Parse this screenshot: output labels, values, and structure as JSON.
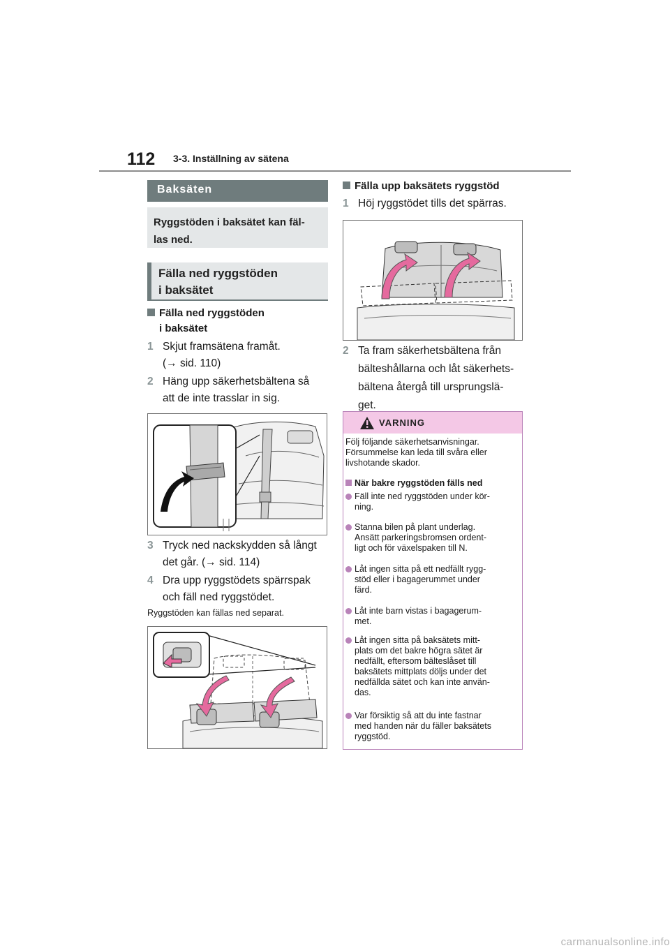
{
  "header": {
    "page_number": "112",
    "section": "3-3. Inställning av sätena"
  },
  "left": {
    "heading": "Baksäten",
    "intro": [
      "Ryggstöden i baksätet kan fäl-",
      "las ned."
    ],
    "subheading": [
      "Fälla ned ryggstöden",
      "i baksätet"
    ],
    "topic": [
      "Fälla ned ryggstöden",
      "i baksätet"
    ],
    "steps": [
      {
        "num": "1",
        "lines": [
          "Skjut framsätena framåt.",
          "(→ sid. 110)"
        ]
      },
      {
        "num": "2",
        "lines": [
          "Häng upp säkerhetsbältena så",
          "att de inte trasslar in sig."
        ]
      },
      {
        "num": "3",
        "lines": [
          "Tryck ned nackskydden så långt",
          "det går. (→ sid. 114)"
        ]
      },
      {
        "num": "4",
        "lines": [
          "Dra upp ryggstödets spärrspak",
          "och fäll ned ryggstödet."
        ]
      }
    ],
    "note": "Ryggstöden kan fällas ned separat."
  },
  "right": {
    "topic": "Fälla upp baksätets ryggstöd",
    "steps": [
      {
        "num": "1",
        "lines": [
          "Höj ryggstödet tills det spärras."
        ]
      },
      {
        "num": "2",
        "lines": [
          "Ta fram säkerhetsbältena från",
          "bälteshållarna och låt säkerhets-",
          "bältena återgå till ursprungslä-",
          "get."
        ]
      }
    ]
  },
  "warning": {
    "title": "VARNING",
    "intro": [
      "Följ följande säkerhetsanvisningar.",
      "Försummelse kan leda till svåra eller",
      "livshotande skador."
    ],
    "subheading": "När bakre ryggstöden fälls ned",
    "bullets": [
      [
        "Fäll inte ned ryggstöden under kör-",
        "ning."
      ],
      [
        "Stanna bilen på plant underlag.",
        "Ansätt parkeringsbromsen ordent-",
        "ligt och för växelspaken till N."
      ],
      [
        "Låt ingen sitta på ett nedfällt rygg-",
        "stöd eller i bagagerummet under",
        "färd."
      ],
      [
        "Låt inte barn vistas i bagagerum-",
        "met."
      ],
      [
        "Låt ingen sitta på baksätets mitt-",
        "plats om det bakre högra sätet är",
        "nedfällt, eftersom bälteslåset till",
        "baksätets mittplats döljs under det",
        "nedfällda sätet och kan inte använ-",
        "das."
      ],
      [
        "Var försiktig så att du inte fastnar",
        "med handen när du fäller baksätets",
        "ryggstöd."
      ]
    ]
  },
  "colors": {
    "heading_bar": "#6f7c7d",
    "light_panel": "#e4e7e8",
    "warning_header": "#f4c8e6",
    "warning_accent": "#b983b9",
    "arrow_pink": "#e56a9e"
  },
  "watermark": "carmanualsonline.info"
}
